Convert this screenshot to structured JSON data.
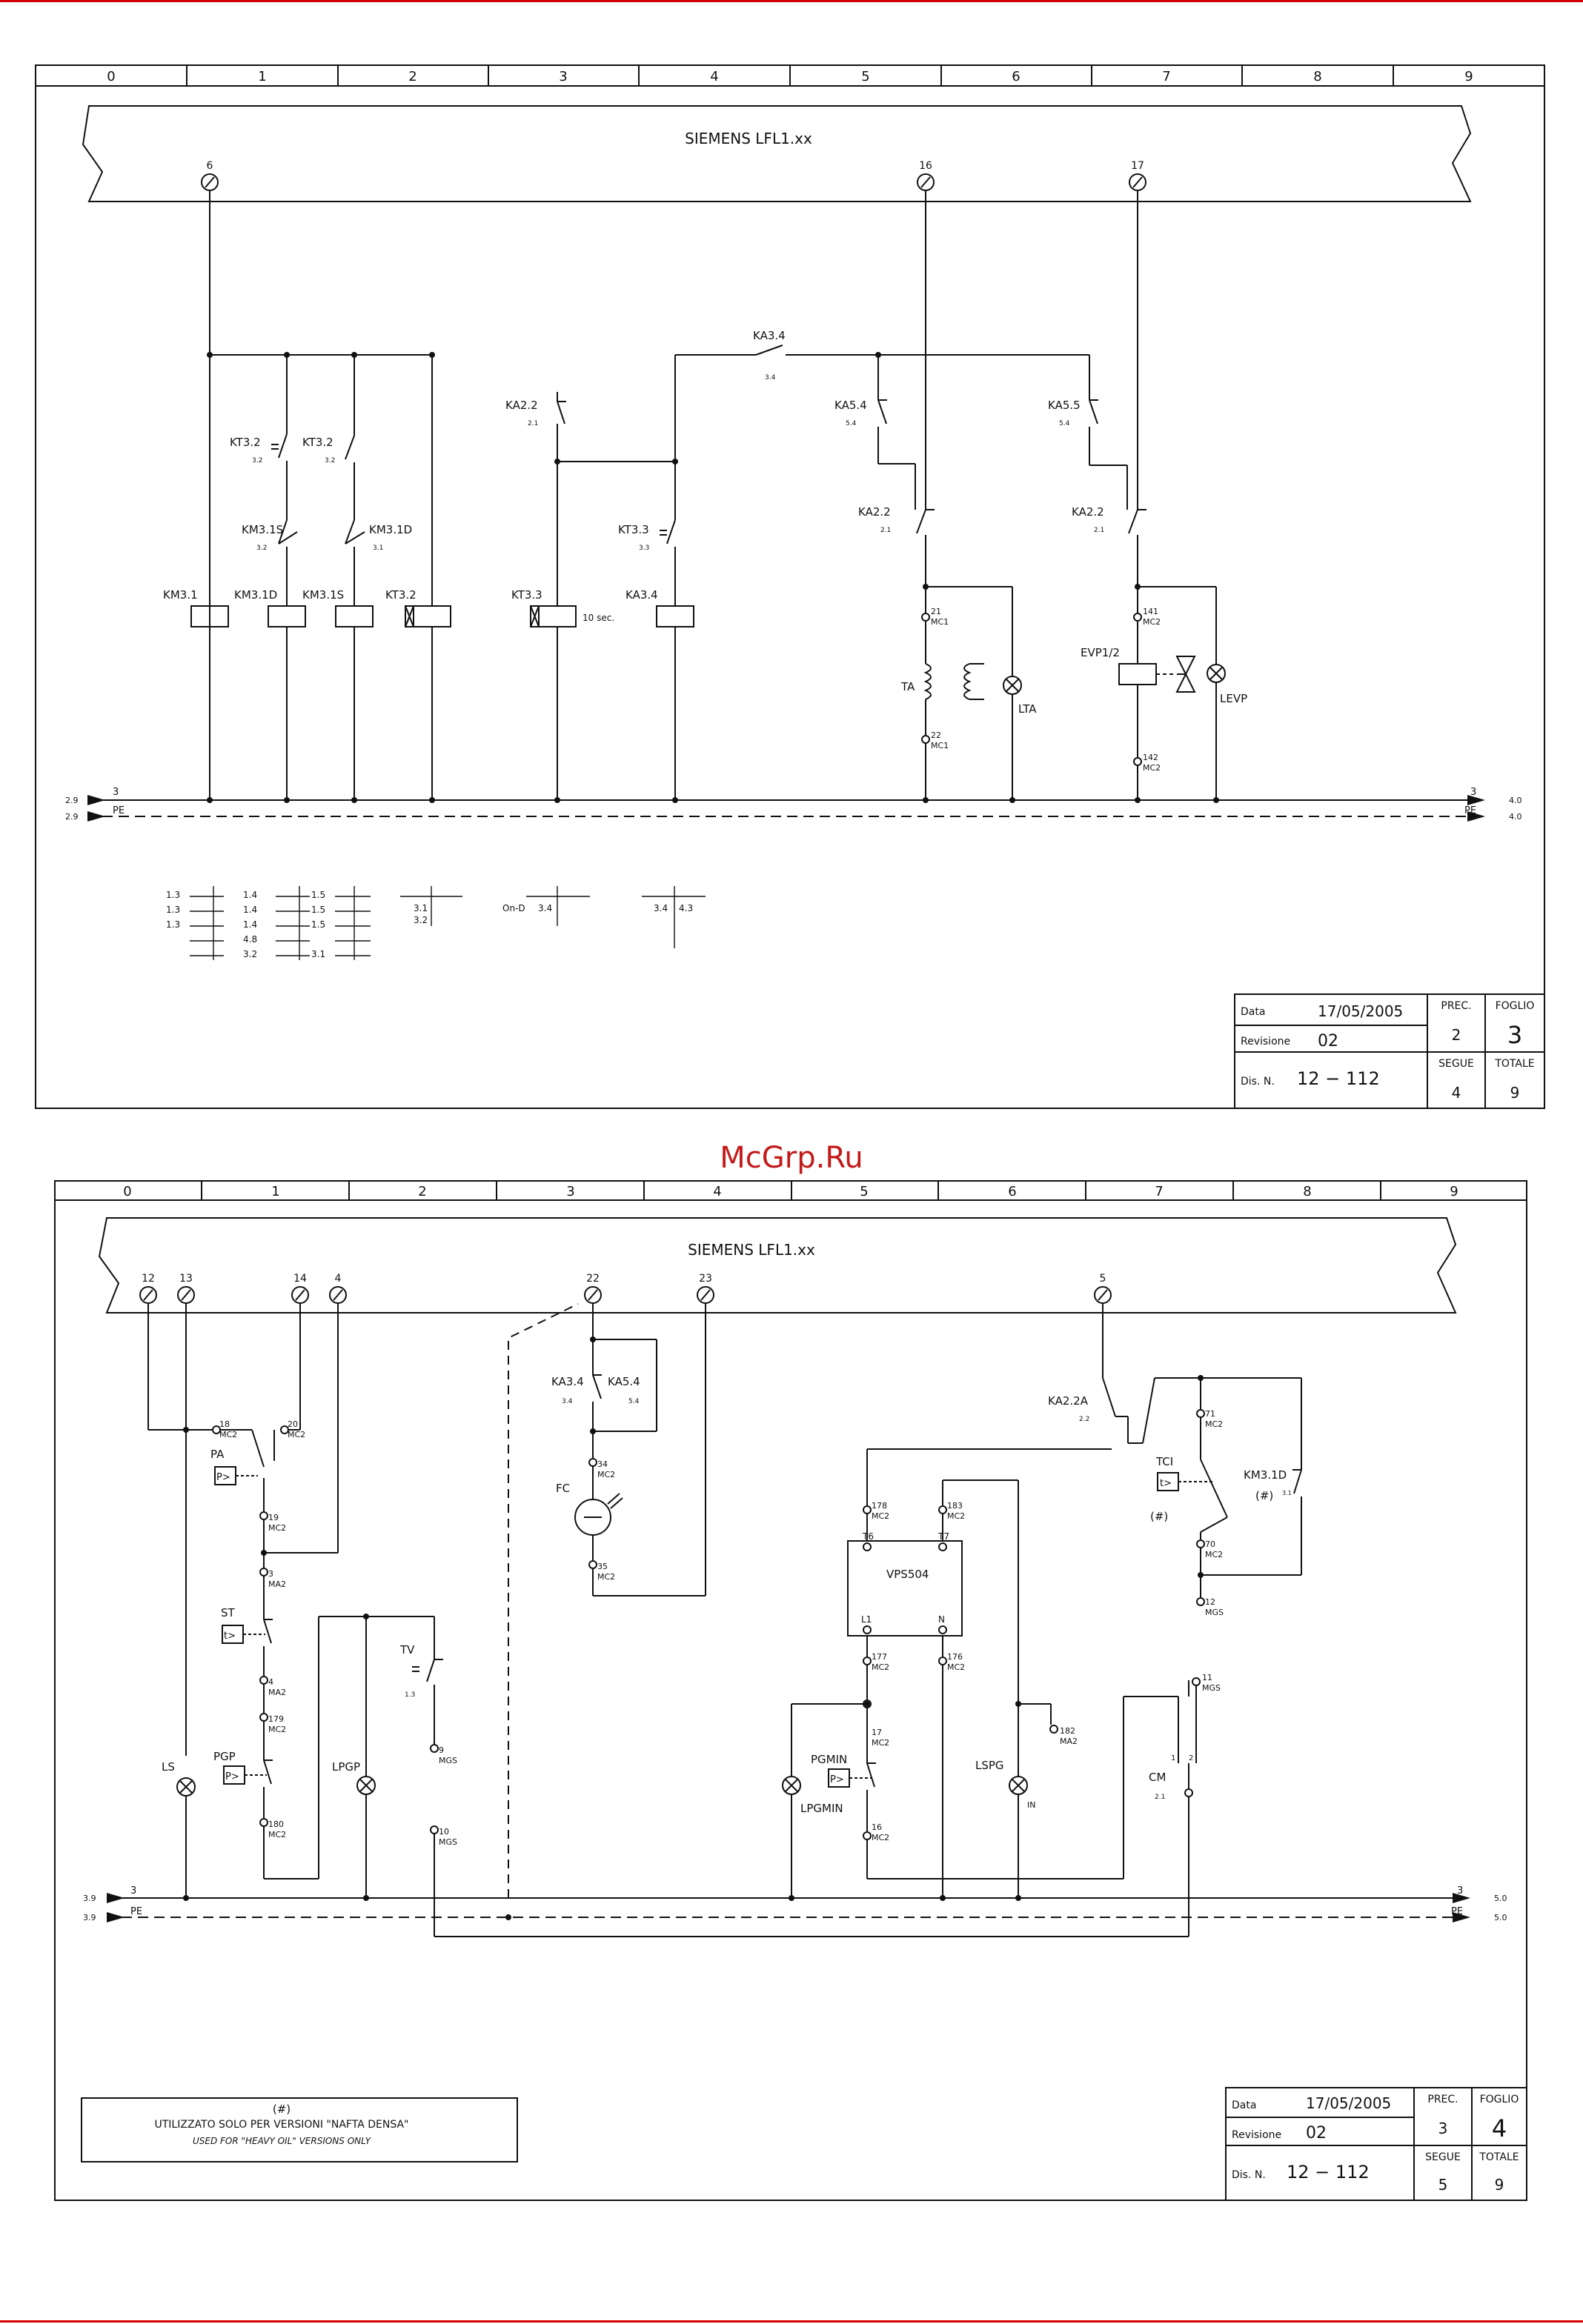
{
  "page": {
    "watermark": "McGrp.Ru"
  },
  "sheet1": {
    "columns": [
      "0",
      "1",
      "2",
      "3",
      "4",
      "5",
      "6",
      "7",
      "8",
      "9"
    ],
    "unit_title": "SIEMENS LFL1.xx",
    "terminals": [
      "6",
      "16",
      "17"
    ],
    "labels": {
      "ka34_top": "KA3.4",
      "ka34_top_ref": "3.4",
      "ka22_a": "KA2.2",
      "ka22_a_ref": "2.1",
      "kt32_tc": "KT3.2",
      "kt32_tc_ref": "3.2",
      "kt32_no": "KT3.2",
      "kt32_no_ref": "3.2",
      "km31s_c": "KM3.1S",
      "km31s_c_ref": "3.2",
      "km31d_c": "KM3.1D",
      "km31d_c_ref": "3.1",
      "kt33_tc": "KT3.3",
      "kt33_tc_ref": "3.3",
      "ka54": "KA5.4",
      "ka54_ref": "5.4",
      "ka55": "KA5.5",
      "ka55_ref": "5.4",
      "ka22_b": "KA2.2",
      "ka22_b_ref": "2.1",
      "ka22_c": "KA2.2",
      "ka22_c_ref": "2.1",
      "coil_km31": "KM3.1",
      "coil_km31d": "KM3.1D",
      "coil_km31s": "KM3.1S",
      "coil_kt32": "KT3.2",
      "coil_kt33": "KT3.3",
      "kt33_time": "10 sec.",
      "coil_ka34": "KA3.4",
      "t21": "21",
      "t21_mc": "MC1",
      "t22": "22",
      "t22_mc": "MC1",
      "ta": "TA",
      "lta": "LTA",
      "t141": "141",
      "t141_mc": "MC2",
      "t142": "142",
      "t142_mc": "MC2",
      "evp": "EVP1/2",
      "levp": "LEVP",
      "rail3_left": "3",
      "rail3_right": "3",
      "pe_left": "PE",
      "pe_right": "PE",
      "ref_in_3": "2.9",
      "ref_in_pe": "2.9",
      "ref_out_3": "4.0",
      "ref_out_pe": "4.0"
    },
    "xref": {
      "km31_rows": [
        "1.3",
        "1.3",
        "1.3"
      ],
      "km31d_rows": [
        "1.4",
        "1.4",
        "1.4",
        "4.8",
        "3.2"
      ],
      "km31s_rows": [
        "1.5",
        "1.5",
        "1.5",
        "3.1"
      ],
      "kt32_refs": [
        "3.1",
        "3.2"
      ],
      "kt33_refs": [
        "On-D",
        "3.4"
      ],
      "ka34_refs": [
        "3.4",
        "4.3"
      ]
    },
    "titleblock": {
      "data_label": "Data",
      "data_value": "17/05/2005",
      "rev_label": "Revisione",
      "rev_value": "02",
      "dis_label": "Dis. N.",
      "dis_value": "12  −  112",
      "prec_label": "PREC.",
      "prec_value": "2",
      "foglio_label": "FOGLIO",
      "foglio_value": "3",
      "segue_label": "SEGUE",
      "segue_value": "4",
      "totale_label": "TOTALE",
      "totale_value": "9"
    }
  },
  "sheet2": {
    "columns": [
      "0",
      "1",
      "2",
      "3",
      "4",
      "5",
      "6",
      "7",
      "8",
      "9"
    ],
    "unit_title": "SIEMENS LFL1.xx",
    "terminals": [
      "12",
      "13",
      "14",
      "4",
      "22",
      "23",
      "5"
    ],
    "labels": {
      "t18": "18",
      "t18_mc": "MC2",
      "t20": "20",
      "t20_mc": "MC2",
      "pa": "PA",
      "pa_box": "P>",
      "t19": "19",
      "t19_mc": "MC2",
      "t3": "3",
      "t3_ma": "MA2",
      "st": "ST",
      "st_box": "t>",
      "t4": "4",
      "t4_ma": "MA2",
      "t179": "179",
      "t179_mc": "MC2",
      "pgp": "PGP",
      "pgp_box": "P>",
      "t180": "180",
      "t180_mc": "MC2",
      "ls": "LS",
      "lpgp": "LPGP",
      "tv": "TV",
      "tv_ref": "1.3",
      "t9": "9",
      "t9_mgs": "MGS",
      "t10": "10",
      "t10_mgs": "MGS",
      "ka34": "KA3.4",
      "ka34_ref": "3.4",
      "ka54": "KA5.4",
      "ka54_ref": "5.4",
      "t34": "34",
      "t34_mc": "MC2",
      "fc": "FC",
      "t35": "35",
      "t35_mc": "MC2",
      "ka22a": "KA2.2A",
      "ka22a_ref": "2.2",
      "t71": "71",
      "t71_mc": "MC2",
      "tci": "TCI",
      "tci_box": "t>",
      "tci_hash": "(#)",
      "t70": "70",
      "t70_mc": "MC2",
      "t12": "12",
      "t12_mgs": "MGS",
      "km31d": "KM3.1D",
      "km31d_hash": "(#)",
      "km31d_ref": "3.1",
      "t178": "178",
      "t178_mc": "MC2",
      "t183": "183",
      "t183_mc": "MC2",
      "vps_t6": "T6",
      "vps_t7": "T7",
      "vps": "VPS504",
      "vps_l1": "L1",
      "vps_n": "N",
      "t177": "177",
      "t177_mc": "MC2",
      "t176": "176",
      "t176_mc": "MC2",
      "t17": "17",
      "t17_mc": "MC2",
      "pgmin": "PGMIN",
      "pgmin_box": "P>",
      "lpgmin": "LPGMIN",
      "t16": "16",
      "t16_mc": "MC2",
      "lspg": "LSPG",
      "lspg_in": "IN",
      "t182": "182",
      "t182_ma": "MA2",
      "t11": "11",
      "t11_mgs": "MGS",
      "cm": "CM",
      "cm_ref": "2.1",
      "cm_1": "1",
      "cm_2": "2",
      "rail3_left": "3",
      "rail3_right": "3",
      "pe_left": "PE",
      "pe_right": "PE",
      "ref_in_3": "3.9",
      "ref_in_pe": "3.9",
      "ref_out_3": "5.0",
      "ref_out_pe": "5.0"
    },
    "note": {
      "hash": "(#)",
      "it": "UTILIZZATO SOLO PER VERSIONI \"NAFTA DENSA\"",
      "en": "USED FOR \"HEAVY OIL\" VERSIONS ONLY"
    },
    "titleblock": {
      "data_label": "Data",
      "data_value": "17/05/2005",
      "rev_label": "Revisione",
      "rev_value": "02",
      "dis_label": "Dis. N.",
      "dis_value": "12  −  112",
      "prec_label": "PREC.",
      "prec_value": "3",
      "foglio_label": "FOGLIO",
      "foglio_value": "4",
      "segue_label": "SEGUE",
      "segue_value": "5",
      "totale_label": "TOTALE",
      "totale_value": "9"
    }
  }
}
